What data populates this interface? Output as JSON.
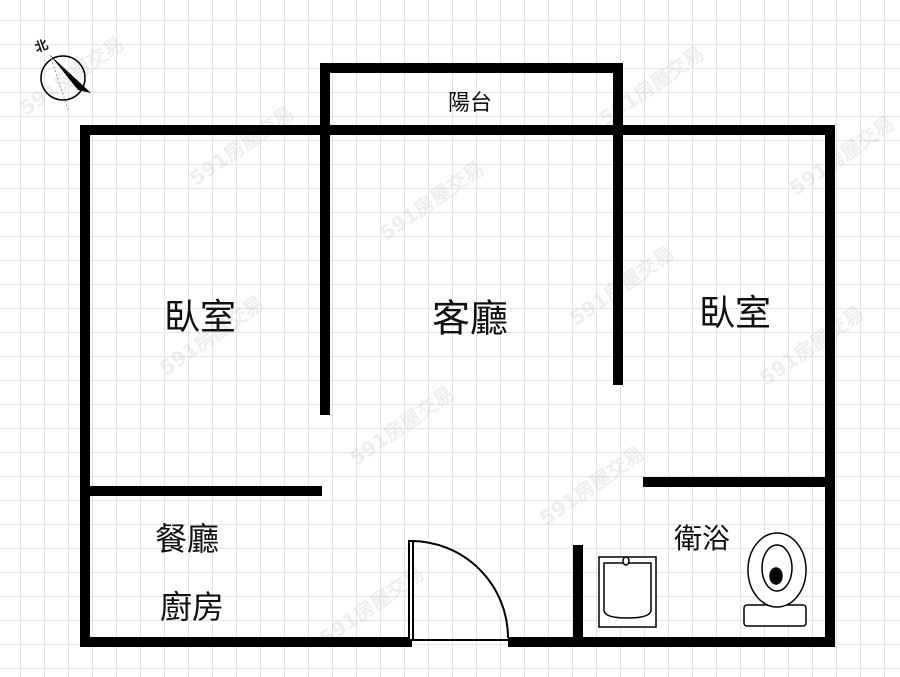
{
  "compass": {
    "north_label": "北"
  },
  "watermark": "591房屋交易",
  "rooms": {
    "balcony": "陽台",
    "bedroom_left": "臥室",
    "living_room": "客廳",
    "bedroom_right": "臥室",
    "dining": "餐廳",
    "kitchen": "廚房",
    "bathroom": "衛浴"
  }
}
